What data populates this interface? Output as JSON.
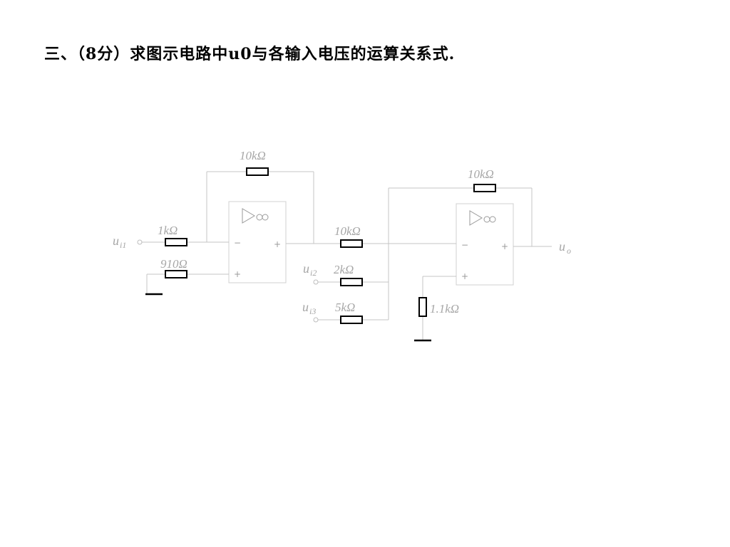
{
  "title": "三、（8分）求图示电路中u0与各输入电压的运算关系式.",
  "circuit": {
    "resistors": {
      "r_feedback1": "10kΩ",
      "r_in1": "1kΩ",
      "r_bal1": "910Ω",
      "r_link": "10kΩ",
      "r_feedback2": "10kΩ",
      "r_in2": "2kΩ",
      "r_in3": "5kΩ",
      "r_bal2": "1.1kΩ"
    },
    "inputs": {
      "ui1": {
        "base": "u",
        "sub": "i1"
      },
      "ui2": {
        "base": "u",
        "sub": "i2"
      },
      "ui3": {
        "base": "u",
        "sub": "i3"
      }
    },
    "output": {
      "base": "u",
      "sub": "o"
    },
    "opamp": {
      "minus": "−",
      "plus": "+"
    }
  }
}
